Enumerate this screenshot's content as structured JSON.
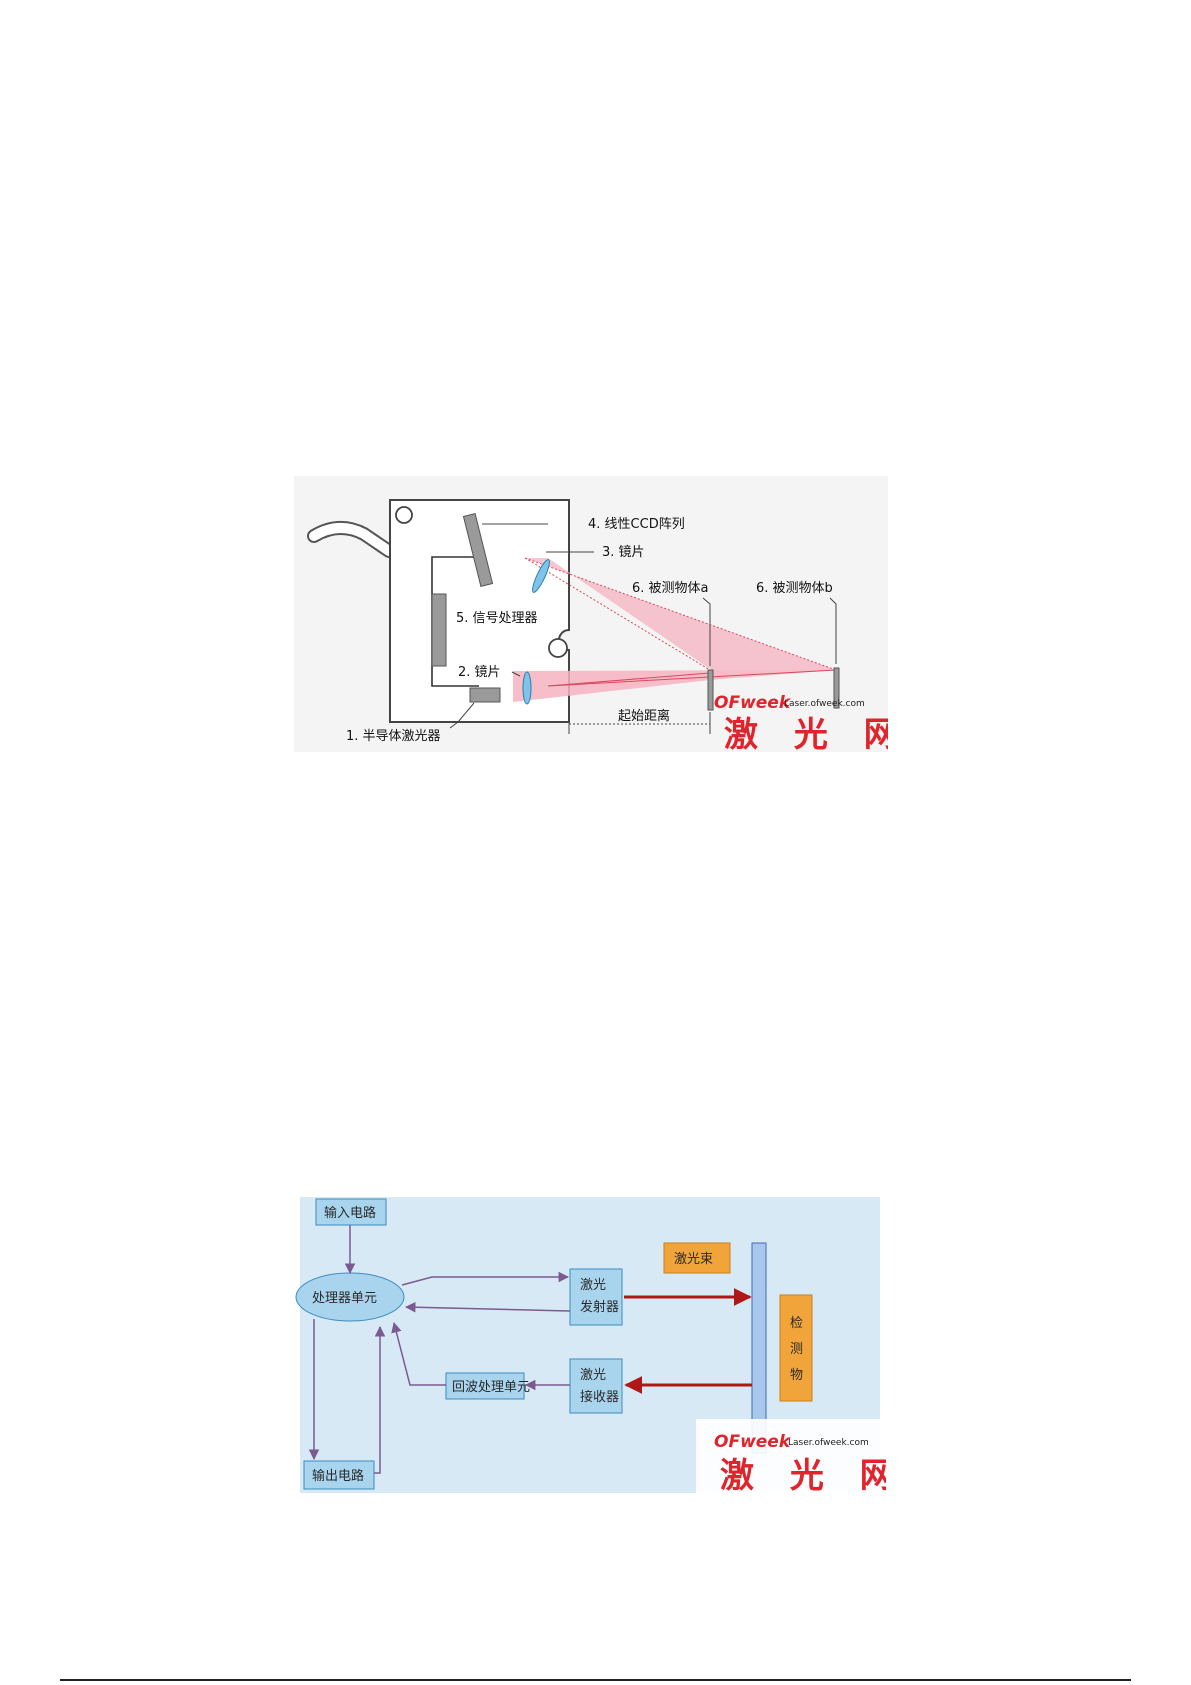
{
  "figure1": {
    "labels": {
      "ccd": "4. 线性CCD阵列",
      "lens3": "3. 镜片",
      "object_a": "6. 被测物体a",
      "object_b": "6. 被测物体b",
      "processor": "5. 信号处理器",
      "lens2": "2. 镜片",
      "laser": "1. 半导体激光器",
      "start_distance": "起始距离"
    },
    "watermark": {
      "brand": "OFweek",
      "url": "Laser.ofweek.com",
      "name": "激 光 网"
    },
    "colors": {
      "beam": "#f6b3c0",
      "beam_line": "#d9485f",
      "outline": "#444444"
    }
  },
  "figure2": {
    "boxes": {
      "input": "输入电路",
      "processor_unit": "处理器单元",
      "output": "输出电路",
      "echo": "回波处理单元",
      "emitter_l1": "激光",
      "emitter_l2": "发射器",
      "receiver_l1": "激光",
      "receiver_l2": "接收器",
      "beam": "激光束",
      "target_1": "检",
      "target_2": "测",
      "target_3": "物"
    },
    "watermark": {
      "brand": "OFweek",
      "url": "Laser.ofweek.com",
      "name": "激 光 网"
    },
    "colors": {
      "background": "#d6e9f4",
      "box": "#a9d4ee",
      "box_border": "#3c8cc4",
      "arrow": "#7a5a90",
      "beam_arrow": "#b01818",
      "orange": "#f1a43a"
    }
  }
}
